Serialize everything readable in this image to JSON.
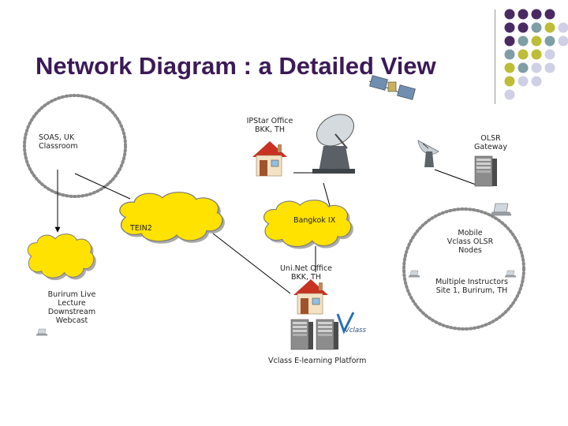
{
  "title": "Network Diagram : a Detailed View",
  "nodes": {
    "soas": {
      "label": "SOAS, UK\nClassroom"
    },
    "ipstar": {
      "label": "IPStar Office\nBKK, TH"
    },
    "olsr_gateway": {
      "label": "OLSR\nGateway"
    },
    "tein2": {
      "label": "TEIN2"
    },
    "bangkok_ix": {
      "label": "Bangkok IX"
    },
    "mobile_nodes": {
      "label": "Mobile\nVclass OLSR\nNodes"
    },
    "uninet": {
      "label": "Uni.Net Office\nBKK, TH"
    },
    "buriram": {
      "label": "Burirum Live\nLecture\nDownstream\nWebcast"
    },
    "instructors": {
      "label": "Multiple Instructors\nSite 1, Burirum, TH"
    },
    "vclass_platform": {
      "label": "Vclass E-learning Platform"
    }
  },
  "logo": {
    "text": "Vclass"
  },
  "colors": {
    "title": "#3b1a57",
    "cloud": "#ffe200",
    "dot_purple": "#4a2a63",
    "dot_teal": "#7f9ea6",
    "dot_olive": "#bdbd37",
    "dot_lavender": "#cfd0e6"
  }
}
